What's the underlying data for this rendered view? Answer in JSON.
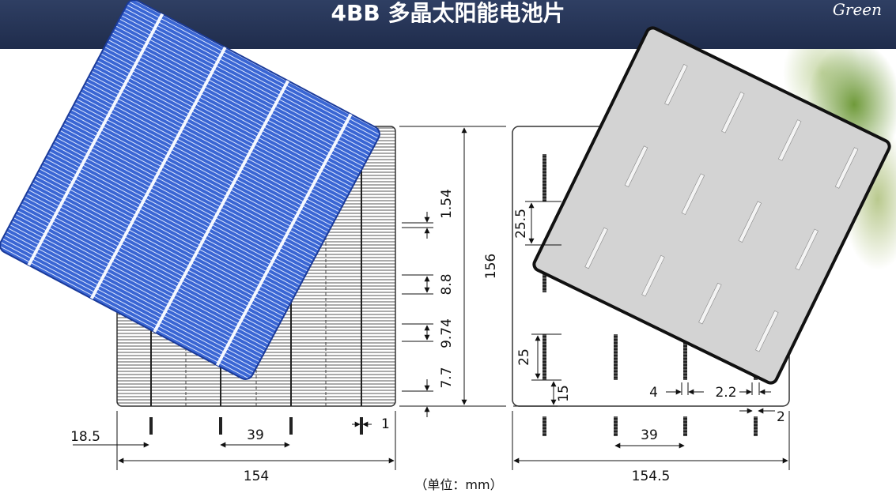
{
  "banner": {
    "title": "4BB 多晶太阳能电池片",
    "brand_text": "Green"
  },
  "colors": {
    "banner": "#22304f",
    "cell_blue": "#3a66d4",
    "back_gray": "#d3d3d3",
    "line": "#111111"
  },
  "front_cell": {
    "dim_width": "154",
    "dim_height": "156",
    "dim_finger_pitch": "1.54",
    "dim_pad_a": "8.8",
    "dim_pad_b": "9.74",
    "dim_pad_c": "7.7",
    "dim_edge": "18.5",
    "dim_busbar_pitch": "39",
    "dim_busbar_width": "1"
  },
  "back_cell": {
    "dim_width": "154.5",
    "dim_gap": "25.5",
    "dim_pad_length": "25",
    "dim_bottom_offset": "15",
    "dim_pad_width": "4",
    "dim_pad_inner": "2.2",
    "dim_pad_small": "2",
    "dim_busbar_pitch": "39"
  },
  "unit_note": "（单位：mm）"
}
